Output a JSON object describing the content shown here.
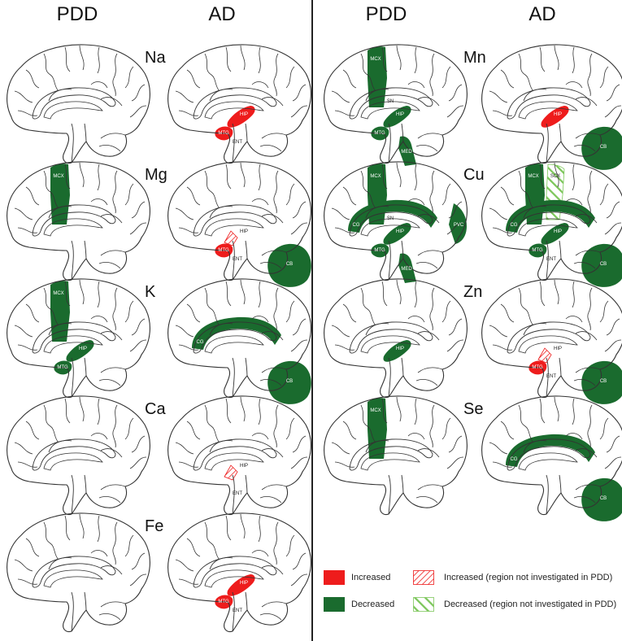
{
  "headers": {
    "left_pdd": "PDD",
    "left_ad": "AD",
    "right_pdd": "PDD",
    "right_ad": "AD"
  },
  "region_labels": {
    "MCX": "MCX",
    "HIP": "HIP",
    "MTG": "MTG",
    "ENT": "ENT",
    "CB": "CB",
    "CG": "CG",
    "SN": "SN",
    "MED": "MED",
    "PVC": "PVC",
    "SCX": "SCX"
  },
  "colors": {
    "increased": "#ee1c1c",
    "decreased": "#1a6b2e",
    "hatch_increased": "#ee1c1c",
    "hatch_decreased": "#7cc65a",
    "outline": "#333333"
  },
  "legend": {
    "increased": "Increased",
    "decreased": "Decreased",
    "increased_hatched": "Increased (region not investigated in PDD)",
    "decreased_hatched": "Decreased (region not investigated in PDD)"
  },
  "panels": [
    {
      "element": "Na",
      "side": "left",
      "pdd": [],
      "ad": [
        {
          "region": "HIP",
          "status": "increased"
        },
        {
          "region": "MTG",
          "status": "increased"
        },
        {
          "region": "ENT",
          "status": "label"
        }
      ]
    },
    {
      "element": "Mg",
      "side": "left",
      "pdd": [
        {
          "region": "MCX",
          "status": "decreased"
        }
      ],
      "ad": [
        {
          "region": "HIP",
          "status": "increased-hatched"
        },
        {
          "region": "MTG",
          "status": "increased"
        },
        {
          "region": "ENT",
          "status": "label"
        },
        {
          "region": "CB",
          "status": "decreased"
        }
      ]
    },
    {
      "element": "K",
      "side": "left",
      "pdd": [
        {
          "region": "MCX",
          "status": "decreased"
        },
        {
          "region": "HIP",
          "status": "decreased"
        },
        {
          "region": "MTG",
          "status": "decreased"
        }
      ],
      "ad": [
        {
          "region": "CG",
          "status": "decreased"
        },
        {
          "region": "CB",
          "status": "decreased"
        }
      ]
    },
    {
      "element": "Ca",
      "side": "left",
      "pdd": [],
      "ad": [
        {
          "region": "HIP",
          "status": "increased-hatched"
        },
        {
          "region": "ENT",
          "status": "label"
        }
      ]
    },
    {
      "element": "Fe",
      "side": "left",
      "pdd": [],
      "ad": [
        {
          "region": "HIP",
          "status": "increased"
        },
        {
          "region": "MTG",
          "status": "increased"
        },
        {
          "region": "ENT",
          "status": "label"
        }
      ]
    },
    {
      "element": "Mn",
      "side": "right",
      "pdd": [
        {
          "region": "MCX",
          "status": "decreased"
        },
        {
          "region": "SN",
          "status": "label"
        },
        {
          "region": "HIP",
          "status": "decreased"
        },
        {
          "region": "MTG",
          "status": "decreased"
        },
        {
          "region": "MED",
          "status": "decreased"
        }
      ],
      "ad": [
        {
          "region": "HIP",
          "status": "increased"
        },
        {
          "region": "CB",
          "status": "decreased"
        }
      ]
    },
    {
      "element": "Cu",
      "side": "right",
      "pdd": [
        {
          "region": "MCX",
          "status": "decreased"
        },
        {
          "region": "CG",
          "status": "decreased"
        },
        {
          "region": "SN",
          "status": "label"
        },
        {
          "region": "HIP",
          "status": "decreased"
        },
        {
          "region": "MTG",
          "status": "decreased"
        },
        {
          "region": "MED",
          "status": "decreased"
        },
        {
          "region": "PVC",
          "status": "decreased"
        }
      ],
      "ad": [
        {
          "region": "MCX",
          "status": "decreased"
        },
        {
          "region": "SCX",
          "status": "decreased-hatched"
        },
        {
          "region": "CG",
          "status": "decreased"
        },
        {
          "region": "HIP",
          "status": "decreased"
        },
        {
          "region": "MTG",
          "status": "decreased"
        },
        {
          "region": "ENT",
          "status": "label"
        },
        {
          "region": "CB",
          "status": "decreased"
        }
      ]
    },
    {
      "element": "Zn",
      "side": "right",
      "pdd": [
        {
          "region": "HIP",
          "status": "decreased"
        }
      ],
      "ad": [
        {
          "region": "HIP",
          "status": "increased-hatched"
        },
        {
          "region": "MTG",
          "status": "increased"
        },
        {
          "region": "ENT",
          "status": "label"
        },
        {
          "region": "CB",
          "status": "decreased"
        }
      ]
    },
    {
      "element": "Se",
      "side": "right",
      "pdd": [
        {
          "region": "MCX",
          "status": "decreased"
        }
      ],
      "ad": [
        {
          "region": "CG",
          "status": "decreased"
        },
        {
          "region": "CB",
          "status": "decreased"
        }
      ]
    }
  ]
}
